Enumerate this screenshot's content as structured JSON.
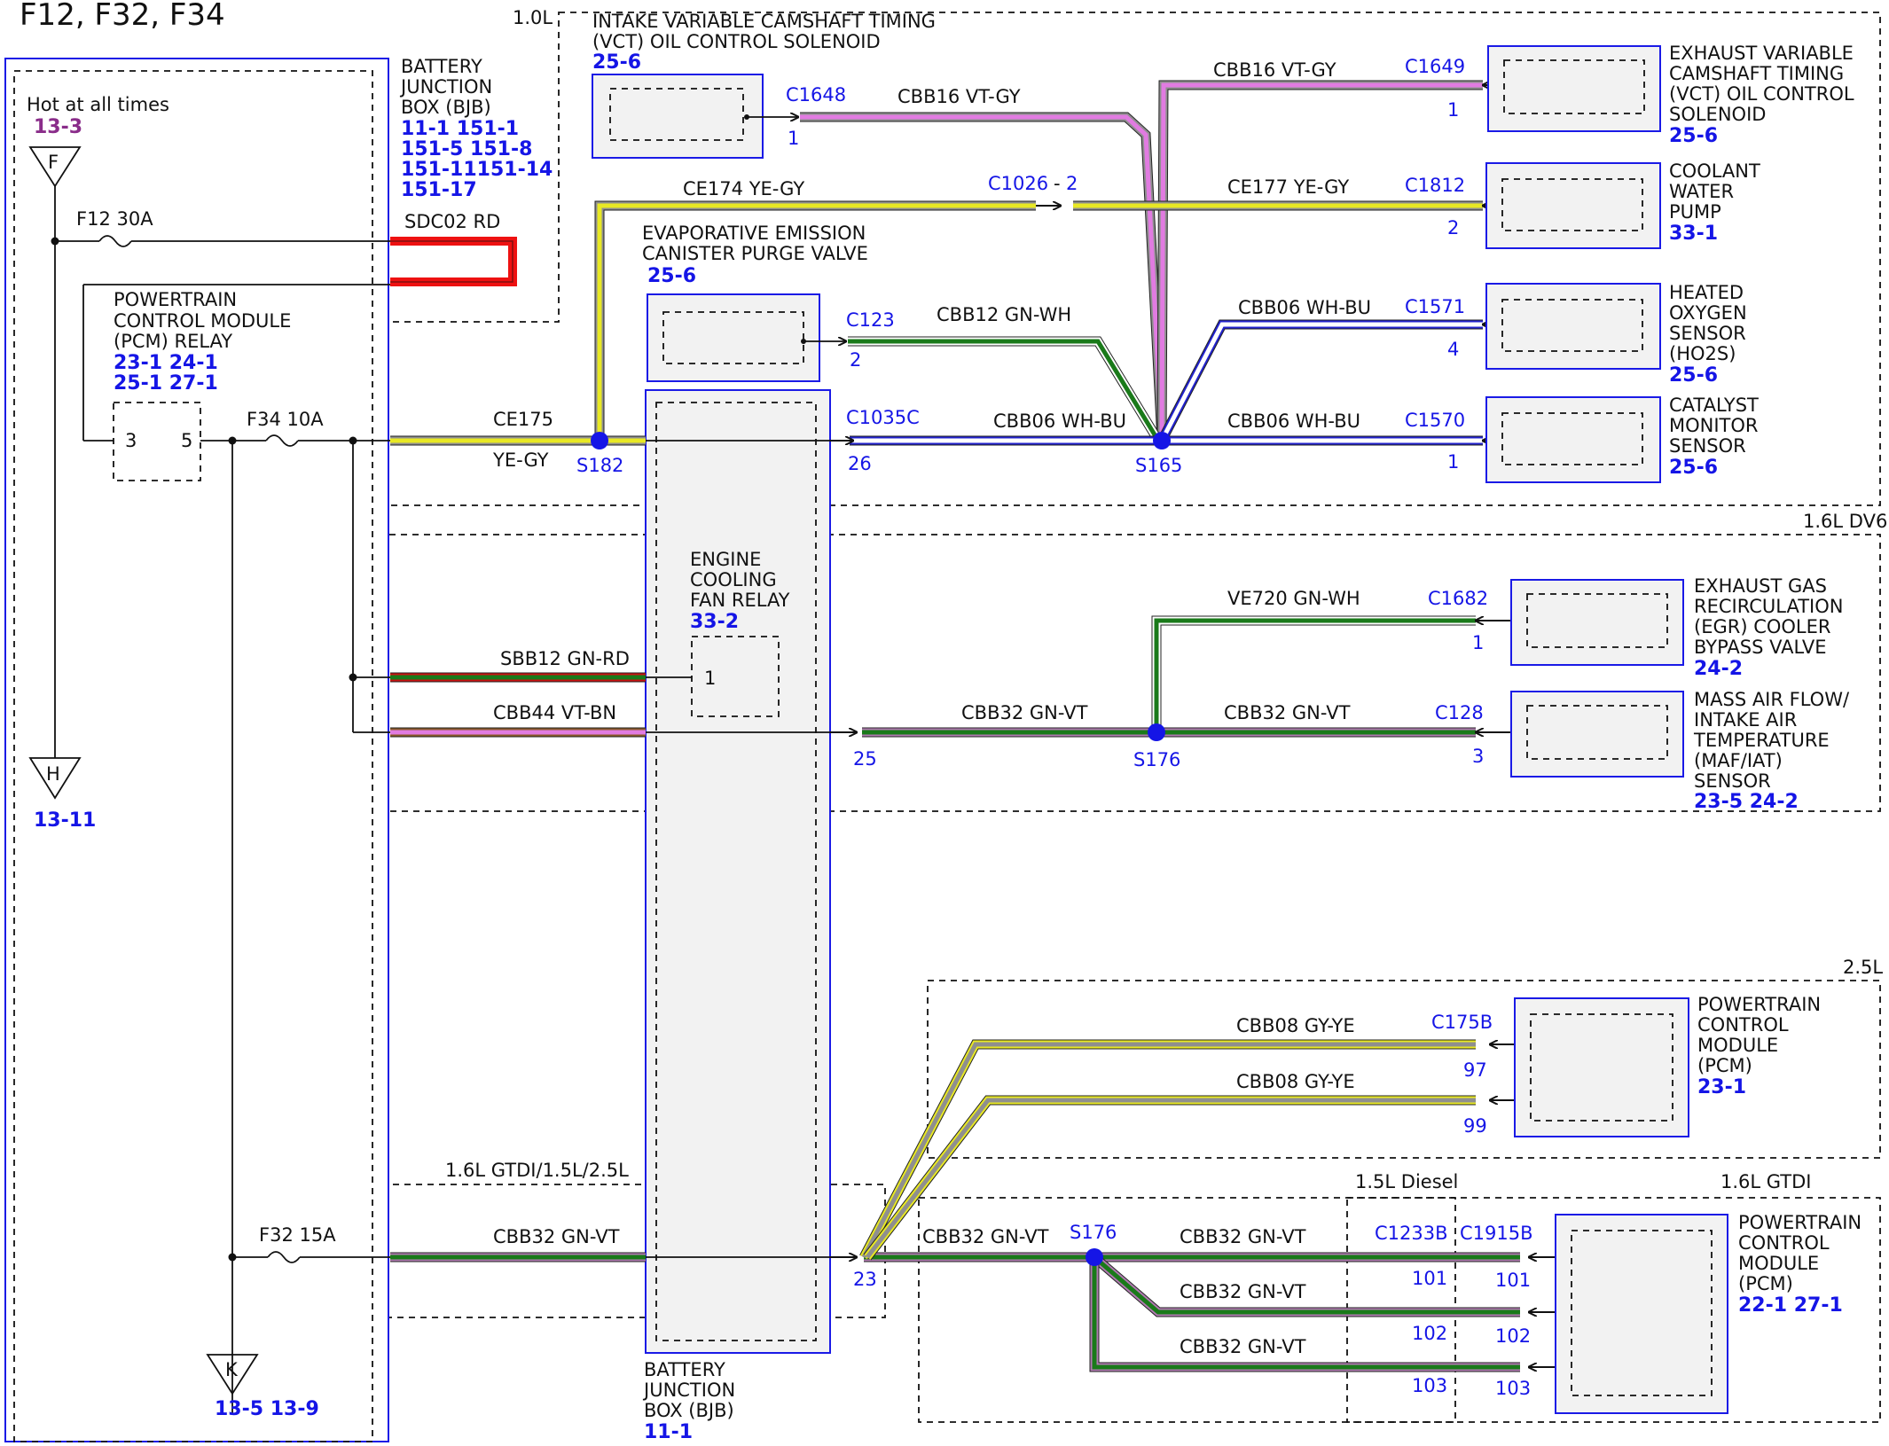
{
  "title": "F12, F32, F34",
  "colors": {
    "wire_ye_gy": [
      "#e8e824",
      "#8f8f8f"
    ],
    "wire_vt_gy": [
      "#e17be1",
      "#8f8f8f"
    ],
    "wire_gn_wh": [
      "#1a7a1a",
      "#ffffff"
    ],
    "wire_wh_bu": [
      "#ffffff",
      "#2222cc"
    ],
    "wire_gn_rd": [
      "#1a7a1a",
      "#cc1111"
    ],
    "wire_vt_bn": [
      "#e17be1",
      "#8a5a2b"
    ],
    "wire_gn_vt": [
      "#1a7a1a",
      "#b07ab0"
    ],
    "wire_gy_ye": [
      "#8f8f8f",
      "#e8e824"
    ],
    "wire_rd": [
      "#ee1111",
      "#ee1111"
    ],
    "component_border": "#1a1ae6",
    "reference_link": "#1515e6",
    "splice": "#1515e6"
  },
  "bjb_left": {
    "label_lines": [
      "BATTERY",
      "JUNCTION",
      "BOX (BJB)"
    ],
    "ref_lines": [
      "11-1   151-1",
      "151-5 151-8",
      "151-11151-14",
      "151-17"
    ],
    "hot_label": "Hot at all times",
    "hot_ref": "13-3",
    "terminal_f": "F",
    "terminal_h": "H",
    "terminal_h_ref": "13-11",
    "terminal_k": "K",
    "terminal_k_ref": "13-5   13-9",
    "fuse_f12": "F12   30A",
    "fuse_f34": "F34   10A",
    "fuse_f32": "F32   15A",
    "relay_label_lines": [
      "POWERTRAIN",
      "CONTROL MODULE",
      "(PCM) RELAY"
    ],
    "relay_ref_lines": [
      "23-1   24-1",
      "25-1   27-1"
    ],
    "relay_pin3": "3",
    "relay_pin5": "5"
  },
  "bjb_center": {
    "label_lines": [
      "BATTERY",
      "JUNCTION",
      "BOX (BJB)"
    ],
    "ref": "11-1",
    "fan_relay_lines": [
      "ENGINE",
      "COOLING",
      "FAN RELAY"
    ],
    "fan_relay_ref": "33-2",
    "fan_relay_pin": "1"
  },
  "variants": {
    "v1": "1.0L",
    "v2": "1.6L DV6",
    "v3": "2.5L",
    "v4": "1.6L GTDI/1.5L/2.5L",
    "v5": "1.5L Diesel",
    "v6": "1.6L GTDI"
  },
  "components": {
    "intake_vct": {
      "lines": [
        "INTAKE VARIABLE CAMSHAFT TIMING",
        "(VCT) OIL CONTROL SOLENOID"
      ],
      "ref": "25-6"
    },
    "evap": {
      "lines": [
        "EVAPORATIVE EMISSION",
        "CANISTER PURGE VALVE"
      ],
      "ref": "25-6"
    },
    "exhaust_vct": {
      "lines": [
        "EXHAUST VARIABLE",
        "CAMSHAFT TIMING",
        "(VCT) OIL CONTROL",
        "SOLENOID"
      ],
      "ref": "25-6"
    },
    "coolant_pump": {
      "lines": [
        "COOLANT",
        "WATER",
        "PUMP"
      ],
      "ref": "33-1"
    },
    "ho2s": {
      "lines": [
        "HEATED",
        "OXYGEN",
        "SENSOR",
        "(HO2S)"
      ],
      "ref": "25-6"
    },
    "catalyst": {
      "lines": [
        "CATALYST",
        "MONITOR",
        "SENSOR"
      ],
      "ref": "25-6"
    },
    "egr": {
      "lines": [
        "EXHAUST GAS",
        "RECIRCULATION",
        "(EGR) COOLER",
        "BYPASS VALVE"
      ],
      "ref": "24-2"
    },
    "maf": {
      "lines": [
        "MASS AIR FLOW/",
        "INTAKE AIR",
        "TEMPERATURE",
        "(MAF/IAT)",
        "SENSOR"
      ],
      "ref": "23-5   24-2"
    },
    "pcm_25": {
      "lines": [
        "POWERTRAIN",
        "CONTROL",
        "MODULE",
        "(PCM)"
      ],
      "ref": "23-1"
    },
    "pcm_gtdi": {
      "lines": [
        "POWERTRAIN",
        "CONTROL",
        "MODULE",
        "(PCM)"
      ],
      "ref": "22-1   27-1"
    }
  },
  "wires": {
    "sdc02": "SDC02  RD",
    "ce174": "CE174    YE-GY",
    "ce177": "CE177    YE-GY",
    "cbb16_a": "CBB16   VT-GY",
    "cbb16_b": "CBB16   VT-GY",
    "cbb12": "CBB12   GN-WH",
    "cbb06_a": "CBB06   WH-BU",
    "cbb06_b": "CBB06   WH-BU",
    "cbb06_c": "CBB06   WH-BU",
    "ce175": "CE175",
    "ce175_color": "YE-GY",
    "ve720": "VE720   GN-WH",
    "sbb12": "SBB12   GN-RD",
    "cbb44": "CBB44   VT-BN",
    "cbb32_a": "CBB32   GN-VT",
    "cbb32_b": "CBB32   GN-VT",
    "cbb32_c": "CBB32   GN-VT",
    "cbb32_d": "CBB32   GN-VT",
    "cbb32_e": "CBB32   GN-VT",
    "cbb32_f": "CBB32   GN-VT",
    "cbb32_g": "CBB32   GN-VT",
    "cbb08_a": "CBB08   GY-YE",
    "cbb08_b": "CBB08   GY-YE"
  },
  "connectors": {
    "c1648": "C1648",
    "c1649": "C1649",
    "c1026": "C1026",
    "c1812": "C1812",
    "c123": "C123",
    "c1571": "C1571",
    "c1035c": "C1035C",
    "c1570": "C1570",
    "c1682": "C1682",
    "c128": "C128",
    "c175b": "C175B",
    "c1233b": "C1233B",
    "c1915b": "C1915B"
  },
  "pins": {
    "c1648": "1",
    "c1649": "1",
    "c1026": "2",
    "c1812": "2",
    "c123": "2",
    "c1571": "4",
    "c1035c_26": "26",
    "c1570": "1",
    "c1682": "1",
    "c1035c_25": "25",
    "c128": "3",
    "c175b_97": "97",
    "c175b_99": "99",
    "c1035c_23": "23",
    "c1233b_101": "101",
    "c1233b_102": "102",
    "c1233b_103": "103",
    "c1915b_101": "101",
    "c1915b_102": "102",
    "c1915b_103": "103"
  },
  "splices": {
    "s182": "S182",
    "s165": "S165",
    "s176_a": "S176",
    "s176_b": "S176"
  }
}
